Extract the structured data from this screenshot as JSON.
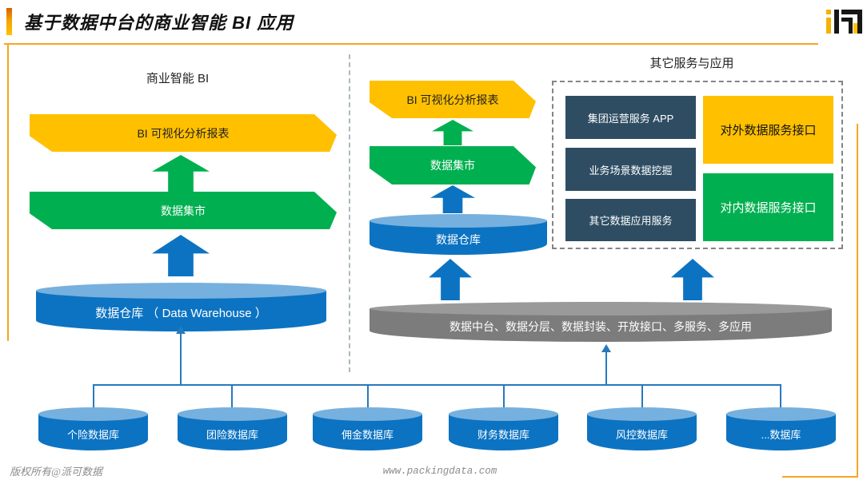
{
  "header": {
    "title": "基于数据中台的商业智能 BI 应用"
  },
  "left_section": {
    "heading": "商业智能 BI",
    "report_banner": "BI 可视化分析报表",
    "mart_banner": "数据集市",
    "warehouse_label": "数据仓库 （ Data Warehouse ）"
  },
  "middle_section": {
    "report_banner": "BI 可视化分析报表",
    "mart_banner": "数据集市",
    "warehouse_label": "数据仓库"
  },
  "right_section": {
    "heading": "其它服务与应用",
    "services": [
      "集团运营服务 APP",
      "业务场景数据挖掘",
      "其它数据应用服务"
    ],
    "external_api_label": "对外数据服务接口",
    "internal_api_label": "对内数据服务接口"
  },
  "platform": {
    "label": "数据中台、数据分层、数据封装、开放接口、多服务、多应用"
  },
  "databases": [
    "个险数据库",
    "团险数据库",
    "佣金数据库",
    "财务数据库",
    "风控数据库",
    "...数据库"
  ],
  "footer": {
    "copyright": "版权所有@派可数据",
    "website": "www.packingdata.com"
  },
  "colors": {
    "yellow": "#FFC000",
    "green": "#00B050",
    "blue": "#0C73C2",
    "blue_cap": "#76B0DE",
    "dark_navy": "#2E4D63",
    "gray": "#7C7C7C",
    "orange_accent": "#F5A623",
    "connector_blue": "#2779BD"
  }
}
